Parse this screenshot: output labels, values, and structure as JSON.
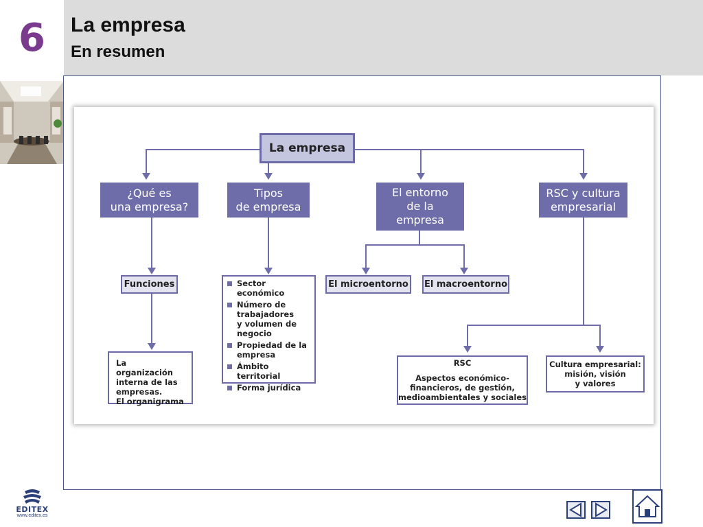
{
  "header": {
    "chapter_number": "6",
    "title": "La empresa",
    "subtitle": "En resumen"
  },
  "diagram": {
    "root": "La empresa",
    "branch_1": "¿Qué es\nuna empresa?",
    "branch_2": "Tipos\nde empresa",
    "branch_3": "El entorno\nde la\nempresa",
    "branch_4": "RSC y cultura\nempresarial",
    "funciones": "Funciones",
    "organizacion": "La organización\ninterna de las\nempresas.\nEl organigrama",
    "tipos_list": [
      "Sector económico",
      "Número de\ntrabajadores\ny volumen de\nnegocio",
      "Propiedad de la\nempresa",
      "Ámbito territorial",
      "Forma jurídica"
    ],
    "microentorno": "El microentorno",
    "macroentorno": "El macroentorno",
    "rsc_title": "RSC",
    "rsc_text": "Aspectos económico-\nfinancieros, de gestión,\nmedioambientales y sociales",
    "cultura": "Cultura empresarial:\nmisión, visión\ny valores"
  },
  "footer": {
    "logo_text": "EDITEX",
    "logo_url": "www.editex.es",
    "prev_icon": "triangle-left-icon",
    "next_icon": "triangle-right-icon",
    "home_icon": "home-icon"
  },
  "colors": {
    "accent_purple": "#7a3a8e",
    "node_dark": "#6e6da9",
    "node_light": "#c4c6e0",
    "frame_border": "#4a5a86"
  }
}
